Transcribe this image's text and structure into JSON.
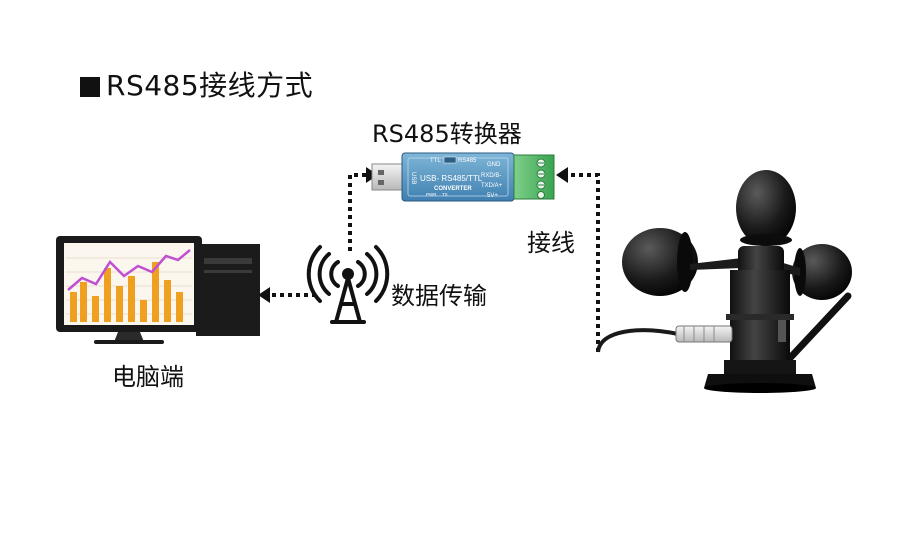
{
  "heading": "RS485接线方式",
  "converter": {
    "title": "RS485转换器",
    "board_text": "USB- RS485/TTL",
    "board_subtext": "CONVERTER",
    "usb_text": "USB",
    "ttl_text": "TTL",
    "rs485_text": "RS485",
    "pins": [
      "GND",
      "RXD/B-",
      "TXD/A+",
      "5V+"
    ],
    "leds": [
      "PWR",
      "TX"
    ]
  },
  "pc_label": "电脑端",
  "wireless_label": "数据传输",
  "wiring_label": "接线",
  "chart_colors": {
    "bar": "#f0a020",
    "line": "#c050d0"
  }
}
